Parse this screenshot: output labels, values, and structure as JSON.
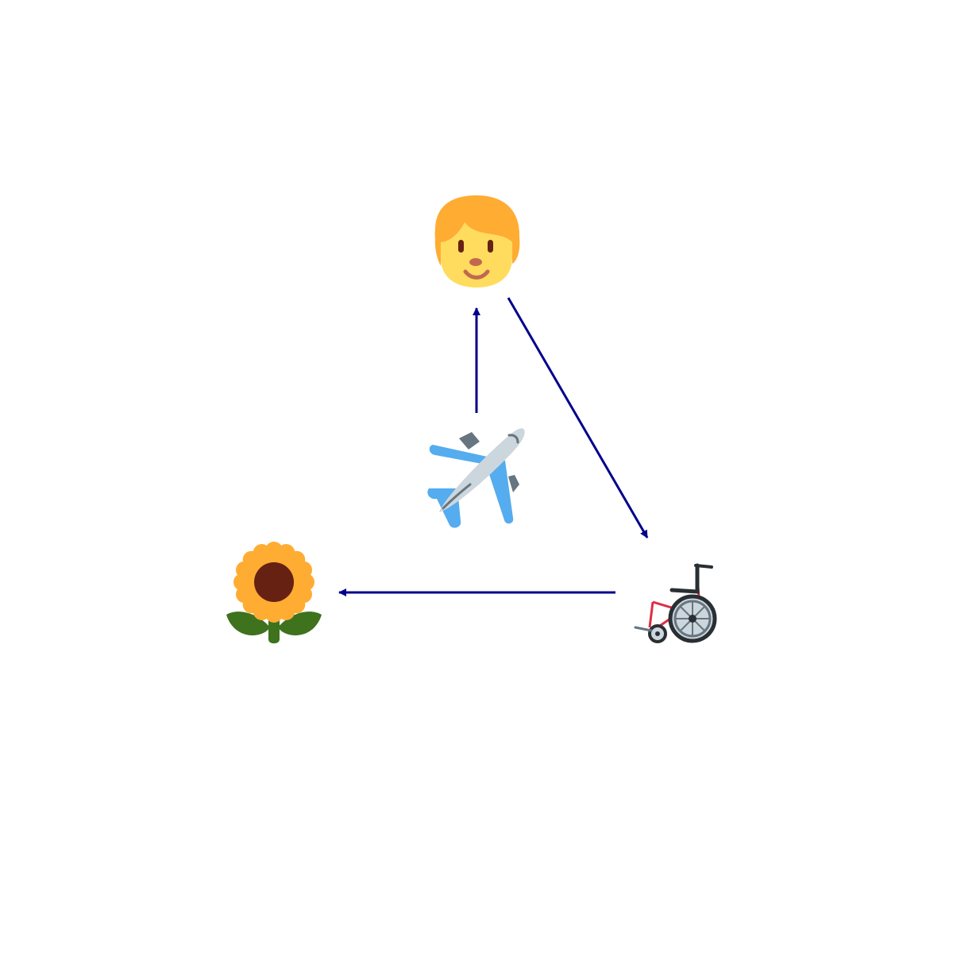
{
  "diagram": {
    "nodes": [
      {
        "id": "person",
        "icon": "person-icon"
      },
      {
        "id": "airplane",
        "icon": "airplane-icon"
      },
      {
        "id": "wheelchair",
        "icon": "wheelchair-icon"
      },
      {
        "id": "sunflower",
        "icon": "sunflower-icon"
      }
    ],
    "edges": [
      {
        "from": "airplane",
        "to": "person"
      },
      {
        "from": "person",
        "to": "wheelchair"
      },
      {
        "from": "wheelchair",
        "to": "sunflower"
      }
    ],
    "colors": {
      "arrow": "#00008b",
      "skin": "#ffdc5d",
      "hair": "#ffac33",
      "plane_body": "#ccd6dd",
      "plane_wing": "#55acee",
      "plane_engine": "#66757f",
      "petal": "#ffac33",
      "flower_center": "#662113",
      "stem": "#3e721d",
      "wheelchair_frame": "#dd2e44",
      "wheel": "#292f33"
    }
  }
}
